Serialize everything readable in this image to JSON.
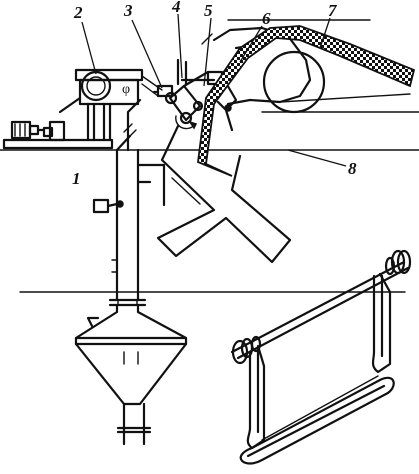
{
  "callouts": [
    {
      "id": "1",
      "label": "1"
    },
    {
      "id": "2",
      "label": "2"
    },
    {
      "id": "3",
      "label": "3"
    },
    {
      "id": "4",
      "label": "4"
    },
    {
      "id": "5",
      "label": "5"
    },
    {
      "id": "6",
      "label": "6"
    },
    {
      "id": "7",
      "label": "7"
    },
    {
      "id": "8",
      "label": "8"
    }
  ],
  "annotations": {
    "motor_symbol": "φ"
  }
}
